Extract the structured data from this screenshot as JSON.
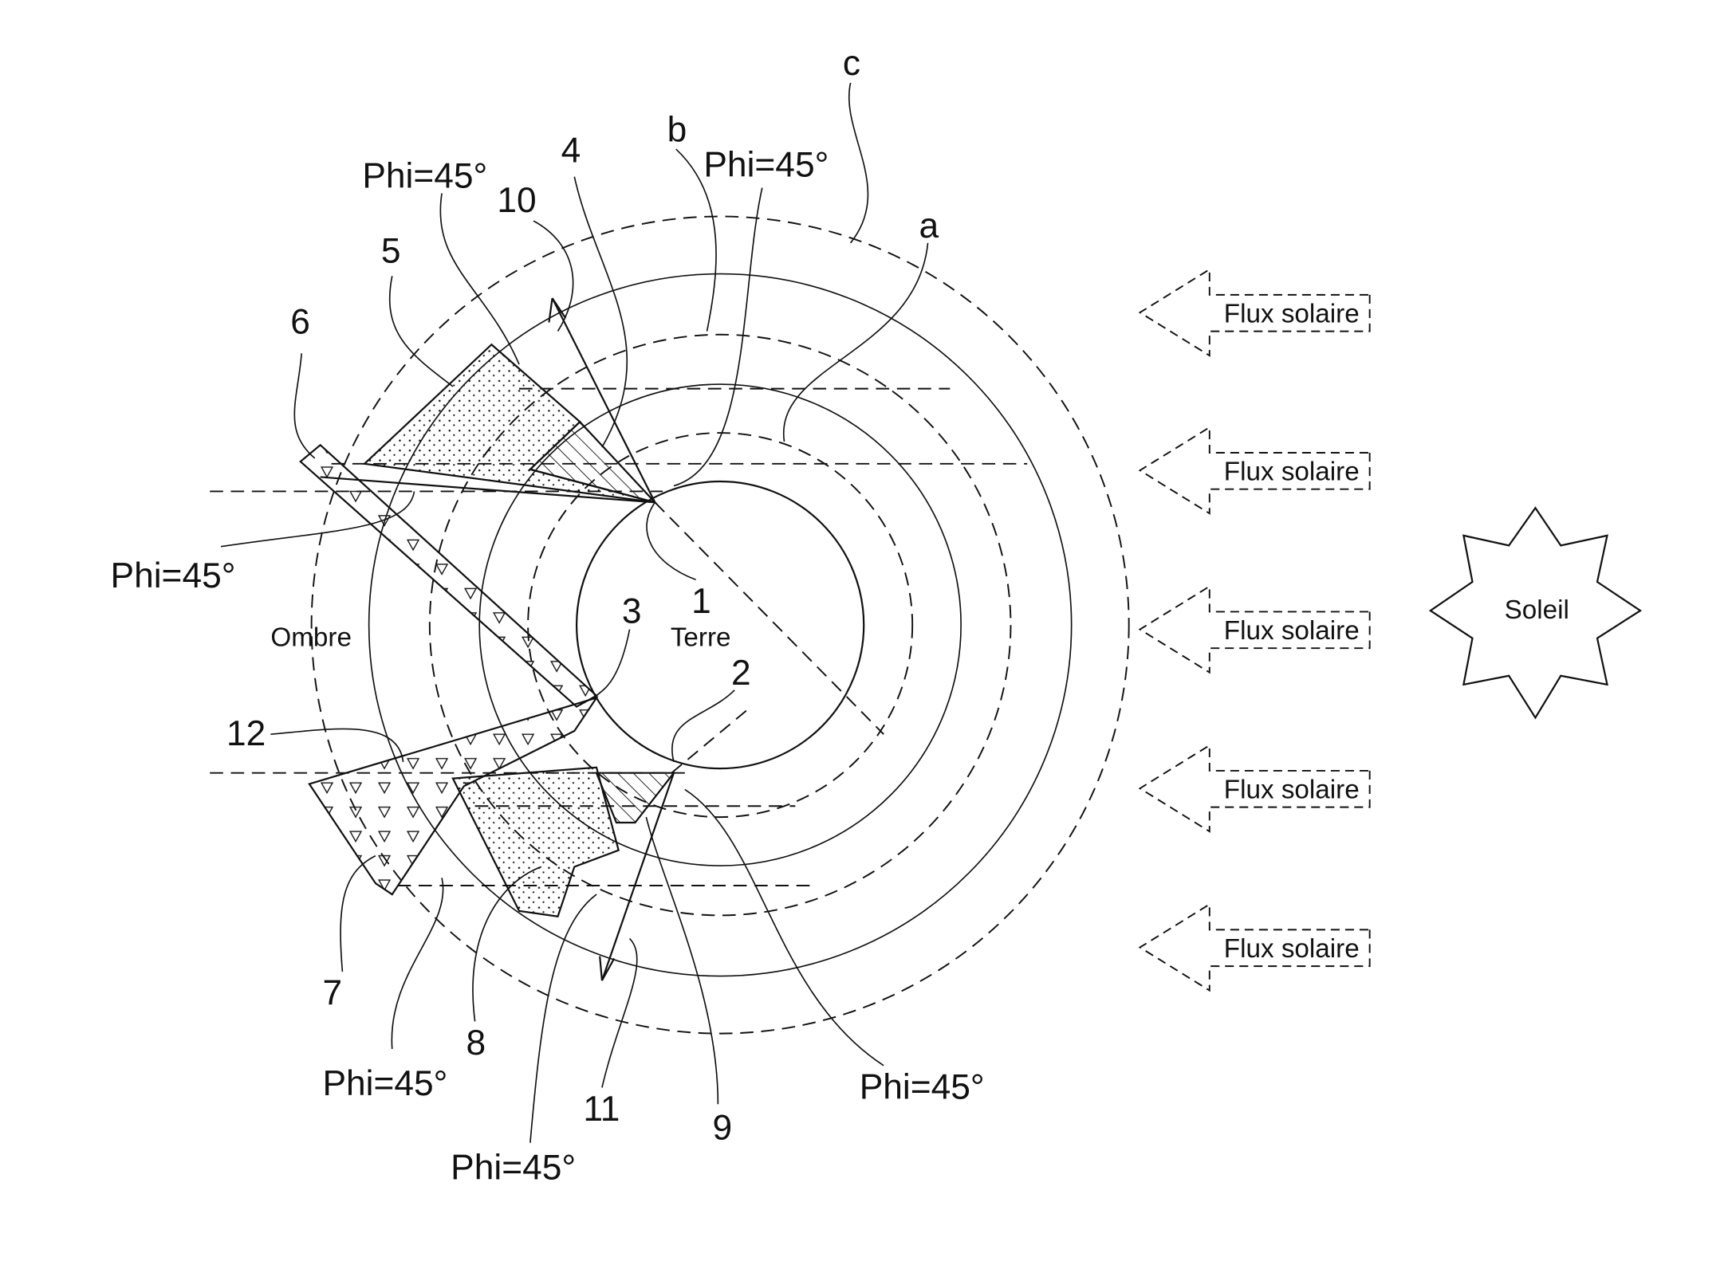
{
  "labels": {
    "n1": "1",
    "n2": "2",
    "n3": "3",
    "n4": "4",
    "n5": "5",
    "n6": "6",
    "n7": "7",
    "n8": "8",
    "n9": "9",
    "n10": "10",
    "n11": "11",
    "n12": "12",
    "a": "a",
    "b": "b",
    "c": "c",
    "earth": "Terre",
    "shadow": "Ombre",
    "sun": "Soleil",
    "phi": [
      "Phi=45°",
      "Phi=45°",
      "Phi=45°",
      "Phi=45°",
      "Phi=45°",
      "Phi=45°"
    ],
    "flux": [
      "Flux solaire",
      "Flux solaire",
      "Flux solaire",
      "Flux solaire",
      "Flux solaire"
    ]
  }
}
